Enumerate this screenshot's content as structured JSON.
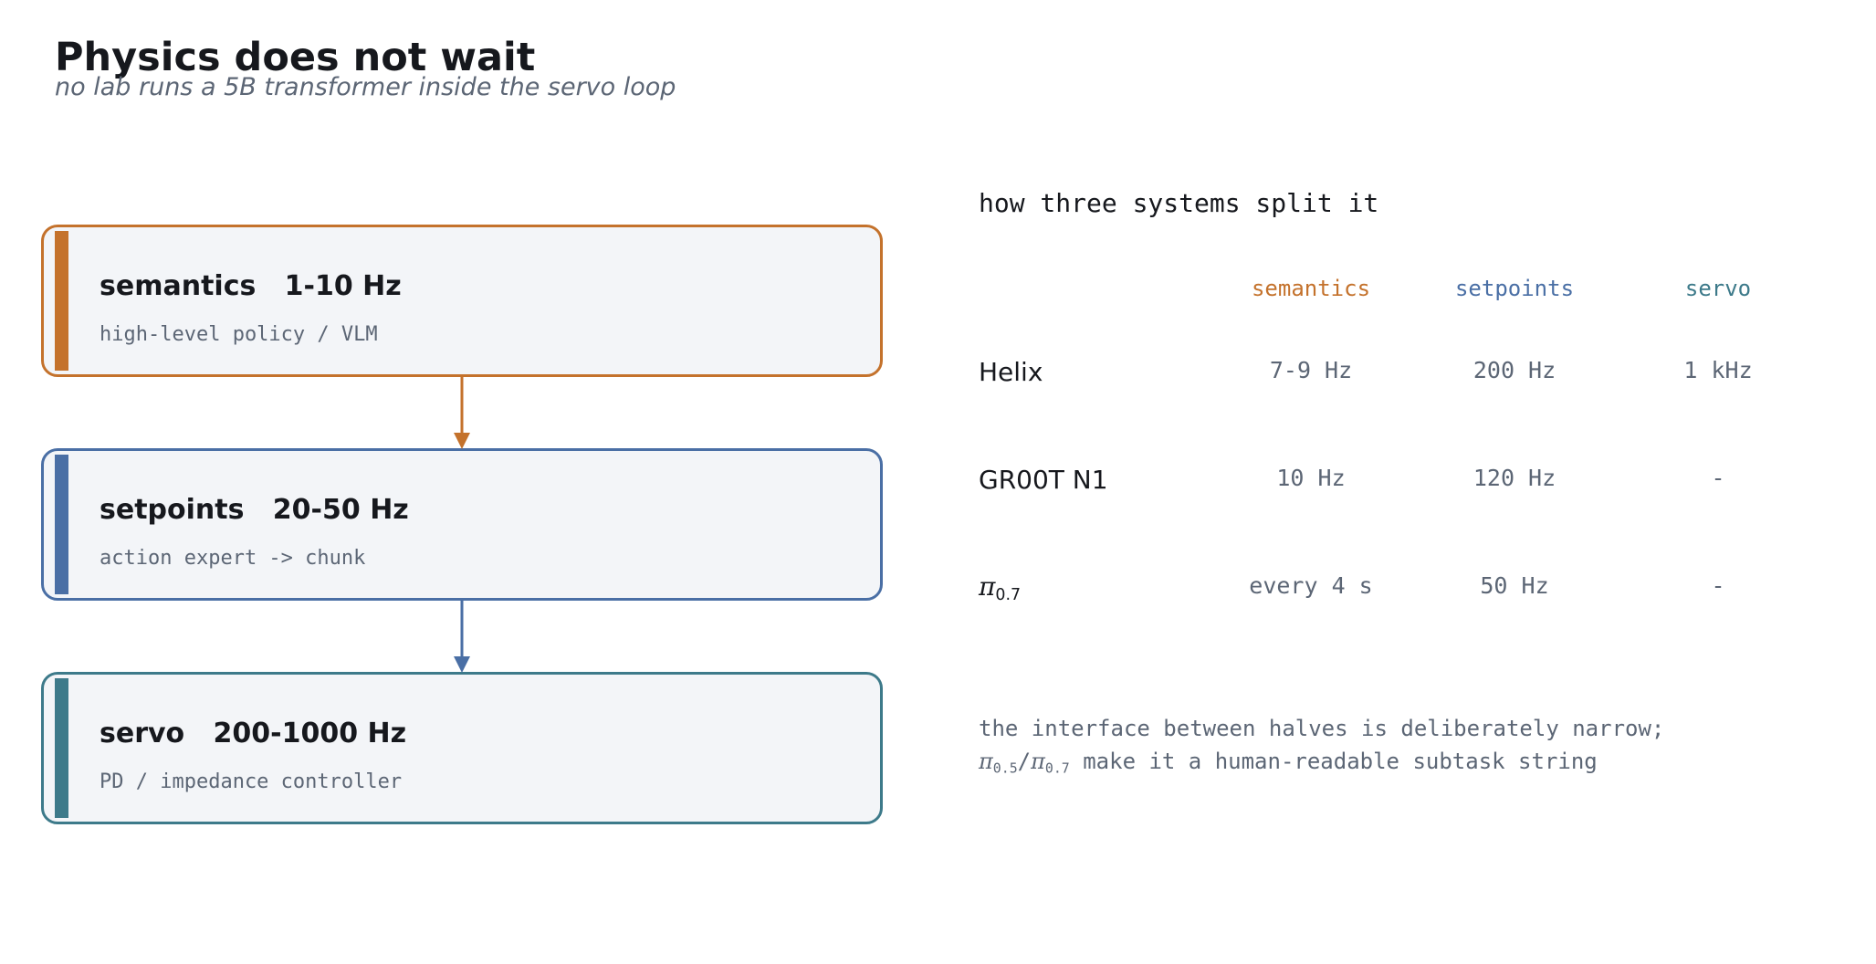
{
  "header": {
    "title": "Physics does not wait",
    "subtitle": "no lab runs a 5B transformer inside the servo loop"
  },
  "stages": [
    {
      "title": "semantics   1-10 Hz",
      "description": "high-level policy / VLM",
      "color": "#c4722c"
    },
    {
      "title": "setpoints   20-50 Hz",
      "description": "action expert -> chunk",
      "color": "#4a6fa5"
    },
    {
      "title": "servo   200-1000 Hz",
      "description": "PD / impedance controller",
      "color": "#3d7a8a"
    }
  ],
  "table": {
    "title": "how three systems split it",
    "columns": [
      {
        "label": "semantics",
        "color": "#c4722c"
      },
      {
        "label": "setpoints",
        "color": "#4a6fa5"
      },
      {
        "label": "servo",
        "color": "#3d7a8a"
      }
    ],
    "rows": [
      {
        "label": "Helix",
        "cells": [
          "7-9 Hz",
          "200 Hz",
          "1 kHz"
        ]
      },
      {
        "label": "GR00T N1",
        "cells": [
          "10 Hz",
          "120 Hz",
          "-"
        ]
      },
      {
        "label_symbol": "π",
        "label_sub": "0.7",
        "cells": [
          "every 4 s",
          "50 Hz",
          "-"
        ]
      }
    ]
  },
  "footnote": {
    "line1": "the interface between halves is deliberately narrow;",
    "line2_sym1": "π",
    "line2_sub1": "0.5",
    "line2_sep": "/",
    "line2_sym2": "π",
    "line2_sub2": "0.7",
    "line2_rest": " make it a human-readable subtask string"
  }
}
